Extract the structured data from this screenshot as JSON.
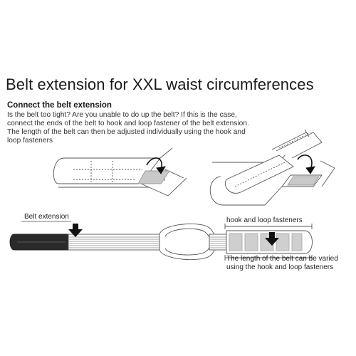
{
  "heading": "Belt extension for XXL waist circumferences",
  "subheading": "Connect the belt extension",
  "description_lines": [
    "Is the belt too tight? Are you unable to do up the belt? If this is the case,",
    "connect the ends of the belt to hook and loop fastener of the belt extension.",
    "The length of the belt can then be adjusted individually using the hook and",
    "loop fasteners"
  ],
  "labels": {
    "belt_extension": "Belt extension",
    "hook_and_loop": "hook and loop fasteners",
    "length_note_lines": [
      "The length of the belt can be varied",
      "using the hook and loop fasteners"
    ]
  }
}
